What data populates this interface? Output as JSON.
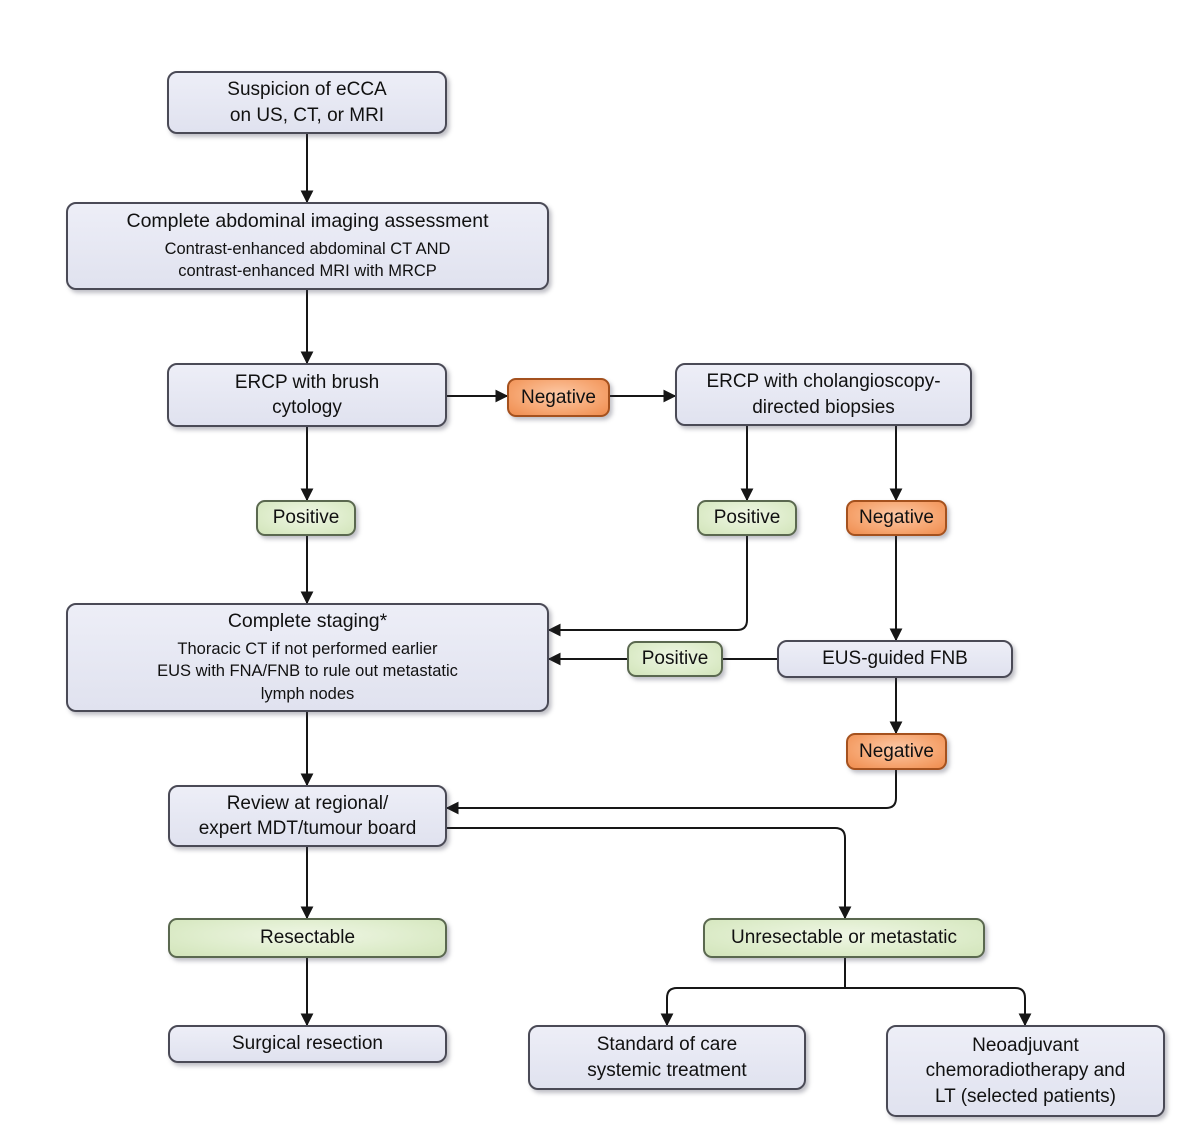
{
  "nodes": {
    "suspicion": {
      "text": "Suspicion of eCCA\non US, CT, or MRI"
    },
    "imaging": {
      "title": "Complete abdominal imaging assessment",
      "subtext": "Contrast-enhanced abdominal CT AND\ncontrast-enhanced MRI with MRCP"
    },
    "ercp_brush": {
      "text": "ERCP with brush\ncytology"
    },
    "ercp_cholangio": {
      "text": "ERCP with cholangioscopy-\ndirected biopsies"
    },
    "staging": {
      "title": "Complete staging*",
      "subtext": "Thoracic CT if not performed earlier\nEUS with FNA/FNB to rule out metastatic\nlymph nodes"
    },
    "eus_fnb": {
      "text": "EUS-guided FNB"
    },
    "review": {
      "text": "Review at regional/\nexpert MDT/tumour board"
    },
    "resectable": {
      "text": "Resectable"
    },
    "unresectable": {
      "text": "Unresectable or metastatic"
    },
    "surgical": {
      "text": "Surgical resection"
    },
    "standard_care": {
      "text": "Standard of care\nsystemic treatment"
    },
    "neoadjuvant": {
      "text": "Neoadjuvant\nchemoradiotherapy and\nLT (selected patients)"
    }
  },
  "badges": {
    "negative_brush": {
      "text": "Negative"
    },
    "positive_brush": {
      "text": "Positive"
    },
    "positive_cholangio": {
      "text": "Positive"
    },
    "negative_cholangio": {
      "text": "Negative"
    },
    "positive_eus": {
      "text": "Positive"
    },
    "negative_eus": {
      "text": "Negative"
    }
  },
  "colors": {
    "node_fill": "#e0e2ef",
    "node_border": "#4a4a56",
    "positive_fill": "#ddecca",
    "positive_border": "#5a684f",
    "negative_fill": "#f6a570",
    "negative_border": "#a4511e",
    "arrow": "#161616"
  }
}
